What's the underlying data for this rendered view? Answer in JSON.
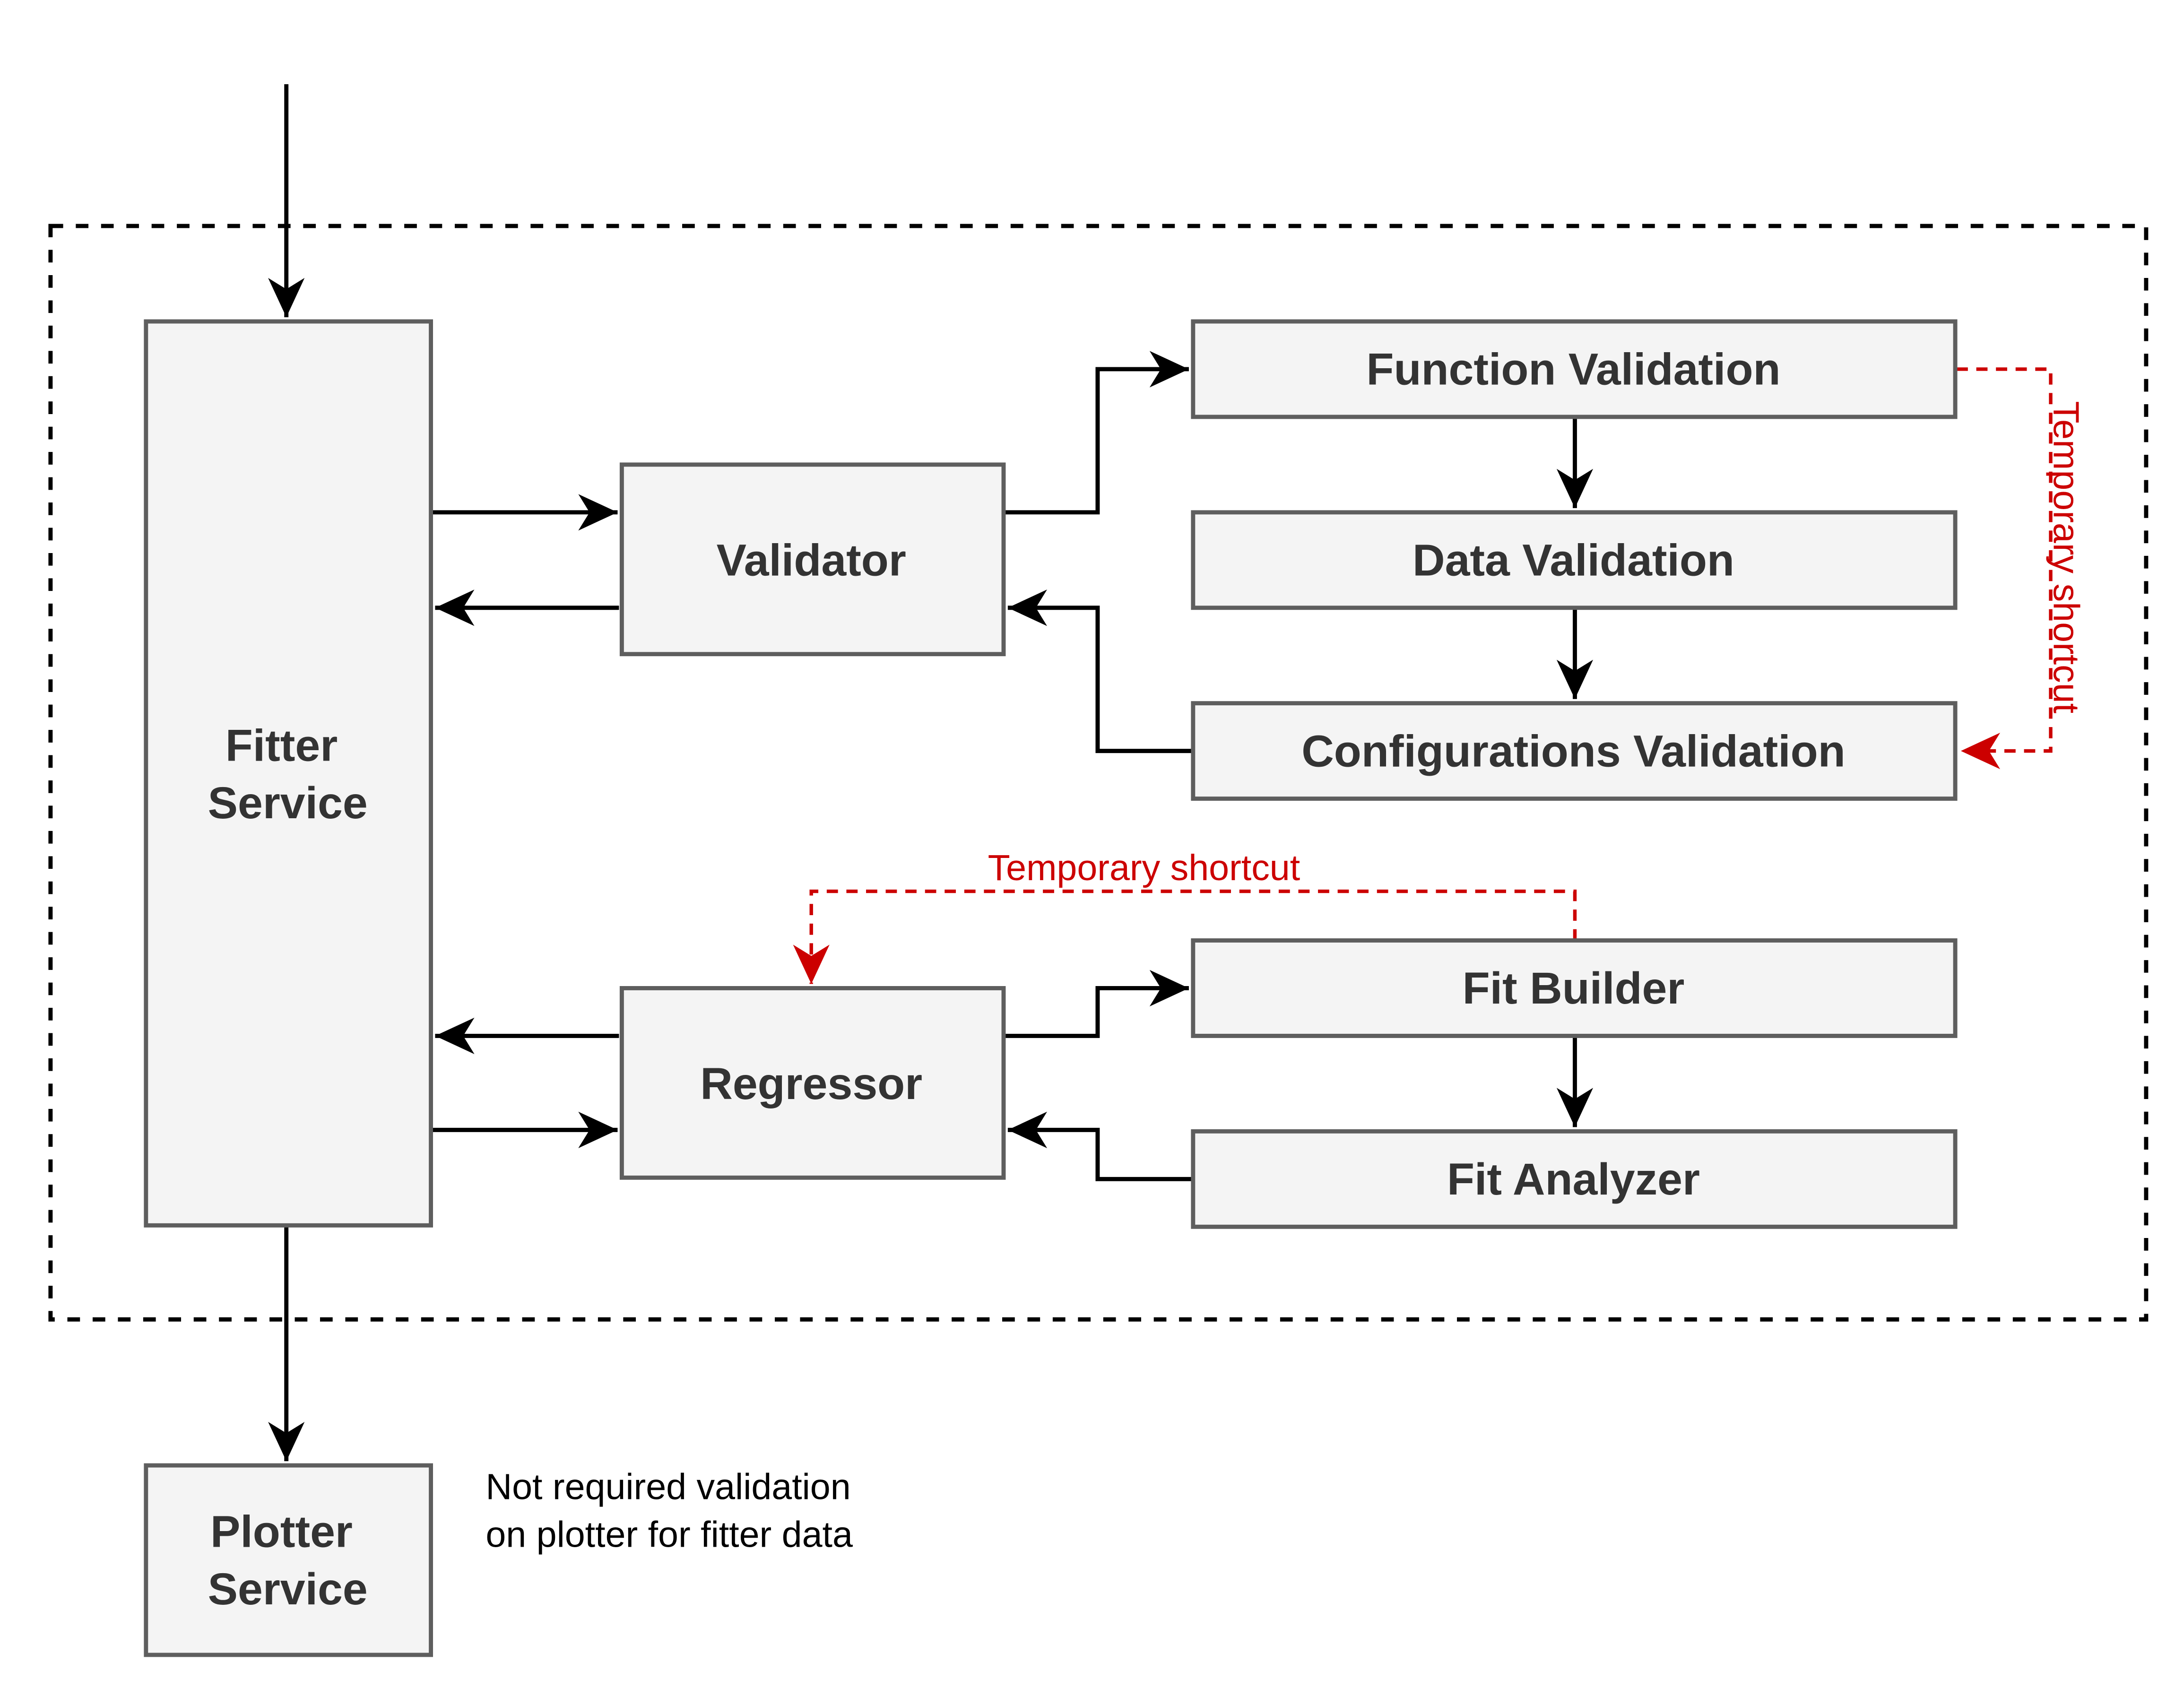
{
  "diagram": {
    "nodes": {
      "fitter_service": [
        "Fitter",
        "Service"
      ],
      "plotter_service": [
        "Plotter",
        "Service"
      ],
      "validator": "Validator",
      "regressor": "Regressor",
      "function_validation": "Function Validation",
      "data_validation": "Data Validation",
      "configurations_validation": "Configurations Validation",
      "fit_builder": "Fit Builder",
      "fit_analyzer": "Fit Analyzer"
    },
    "shortcut_labels": {
      "validation": "Temporary shortcut",
      "regression": "Temporary shortcut"
    },
    "note": [
      "Not required validation",
      "on plotter for fitter data"
    ],
    "colors": {
      "box_fill": "#f4f4f4",
      "box_stroke": "#5e5e5e",
      "edge": "#000000",
      "shortcut": "#cc0000"
    }
  }
}
